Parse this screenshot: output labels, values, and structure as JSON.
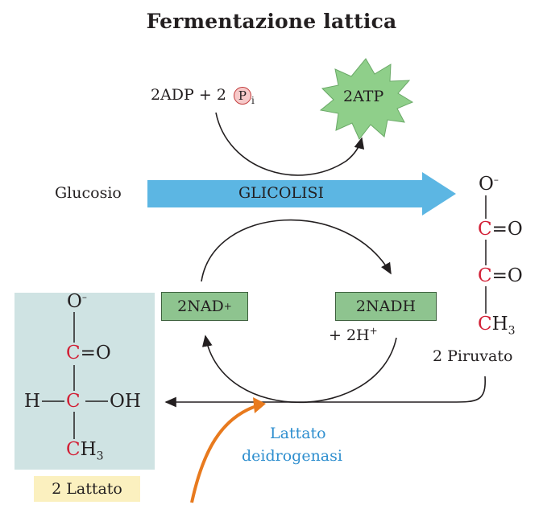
{
  "title": "Fermentazione lattica",
  "glycolysis": {
    "glucose": "Glucosio",
    "process": "GLICOLISI",
    "adp_prefix": "2ADP + 2",
    "pi_symbol": "P",
    "pi_sub": "i",
    "atp": "2ATP"
  },
  "cofactors": {
    "nad_label": "2NAD",
    "nad_sup": "+",
    "nadh_label": "2NADH",
    "h_label": "+ 2H",
    "h_sup": "+"
  },
  "pyruvate": {
    "o_minus": "O",
    "o_minus_sup": "–",
    "c1": "C",
    "c2": "C",
    "eq_o": "=O",
    "ch3_c": "C",
    "ch3_h": "H",
    "ch3_sub": "3",
    "name": "2 Piruvato"
  },
  "lactate": {
    "o_minus": "O",
    "o_minus_sup": "–",
    "c1": "C",
    "eq_o": "=O",
    "h": "H",
    "c2": "C",
    "oh": "OH",
    "ch3_c": "C",
    "ch3_h": "H",
    "ch3_sub": "3",
    "name": "2 Lattato"
  },
  "enzyme": {
    "line1": "Lattato",
    "line2": "deidrogenasi"
  },
  "colors": {
    "glycolysis_arrow": "#5cb6e3",
    "atp_star": "#8fcf8a",
    "carbon_red": "#d21f35",
    "enzyme_blue": "#2f8fcf",
    "enzyme_arrow": "#e87a1e",
    "nad_box": "#8ec48f",
    "lactate_panel": "#cfe3e3",
    "lactate_label_bg": "#fbf0bf"
  },
  "icons": [
    "arrow-right-icon",
    "starburst-icon",
    "circle-p-icon"
  ]
}
